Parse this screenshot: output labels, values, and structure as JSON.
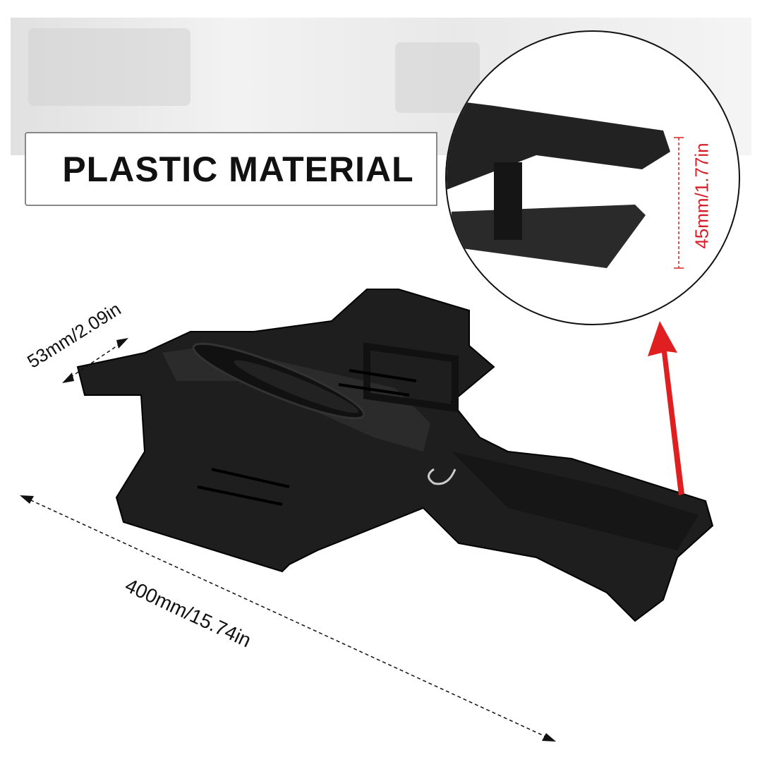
{
  "label": {
    "title": "PLASTIC MATERIAL"
  },
  "dimensions": {
    "height": "45mm/1.77in",
    "width": "53mm/2.09in",
    "length": "400mm/15.74in"
  },
  "colors": {
    "accent": "#e02020",
    "chassis": "#1c1c1c"
  }
}
